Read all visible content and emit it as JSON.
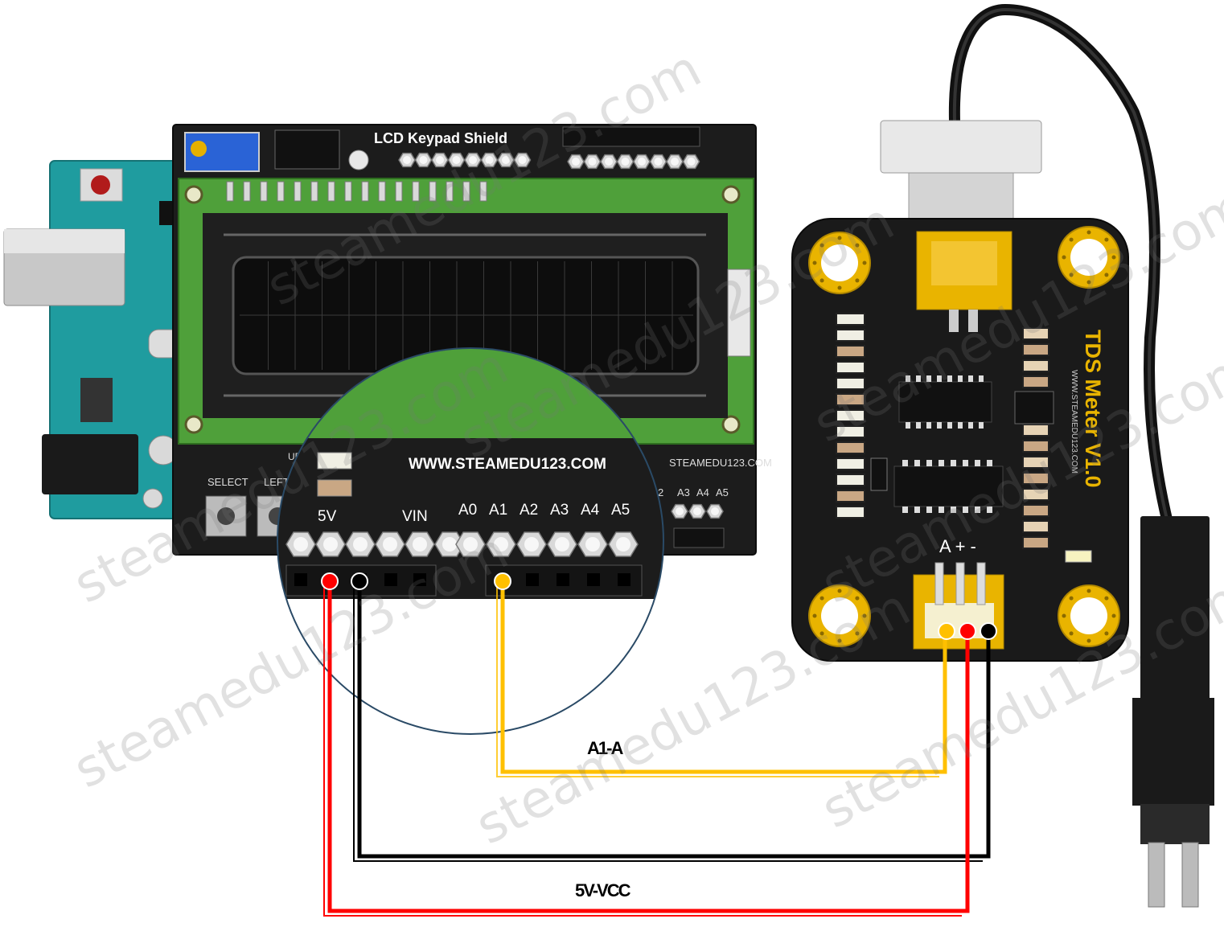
{
  "shield": {
    "title": "LCD Keypad Shield",
    "website": "WWW.STEAMEDU123.COM",
    "website_small": "STEAMEDU123.COM",
    "buttons": [
      "SELECT",
      "LEFT",
      "UP"
    ],
    "power_labels": [
      "5V",
      "VIN"
    ],
    "analog_labels": [
      "A0",
      "A1",
      "A2",
      "A3",
      "A4",
      "A5"
    ],
    "analog_small": [
      "2",
      "A3",
      "A4",
      "A5"
    ]
  },
  "tds": {
    "title": "TDS Meter V1.0",
    "website": "WWW.STEAMEDU123.COM",
    "pin_labels": "A + -"
  },
  "wires": {
    "signal_label": "A1-A",
    "power_label": "5V-VCC",
    "colors": {
      "signal": "#ffc000",
      "power": "#ff0000",
      "ground": "#000000"
    }
  },
  "watermark": "steamedu123.com"
}
